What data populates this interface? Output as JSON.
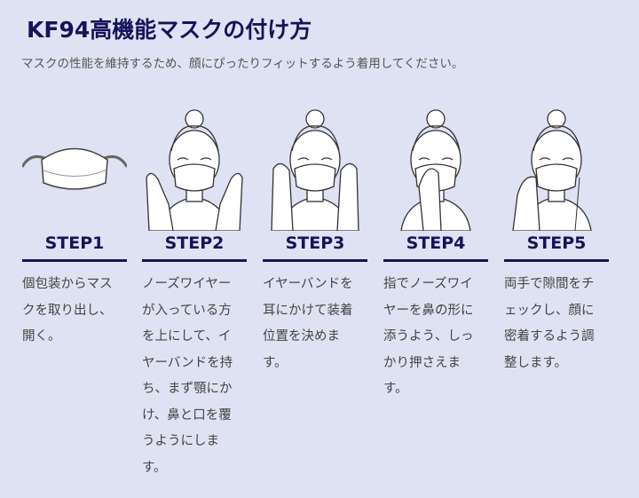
{
  "header": {
    "title": "KF94高機能マスクの付け方",
    "subtitle": "マスクの性能を維持するため、顔にぴったりフィットするよう着用してください。"
  },
  "colors": {
    "accent": "#14145a",
    "background": "#dfe2f2",
    "text": "#444444"
  },
  "steps": [
    {
      "label": "STEP1",
      "lines": [
        "個包装からマス",
        "クを取り出し、",
        "開く。"
      ]
    },
    {
      "label": "STEP2",
      "lines": [
        "ノーズワイヤー",
        "が入っている方",
        "を上にして、イ",
        "ヤーバンドを持",
        "ち、まず顎にか",
        "け、鼻と口を覆",
        "うようにしま",
        "す。"
      ]
    },
    {
      "label": "STEP3",
      "lines": [
        "イヤーバンドを",
        "耳にかけて装着",
        "位置を決めま",
        "す。"
      ]
    },
    {
      "label": "STEP4",
      "lines": [
        "指でノーズワイ",
        "ヤーを鼻の形に",
        "添うよう、しっ",
        "かり押さえま",
        "す。"
      ]
    },
    {
      "label": "STEP5",
      "lines": [
        "両手で隙間をチ",
        "ェックし、顔に",
        "密着するよう調",
        "整します。"
      ]
    }
  ]
}
